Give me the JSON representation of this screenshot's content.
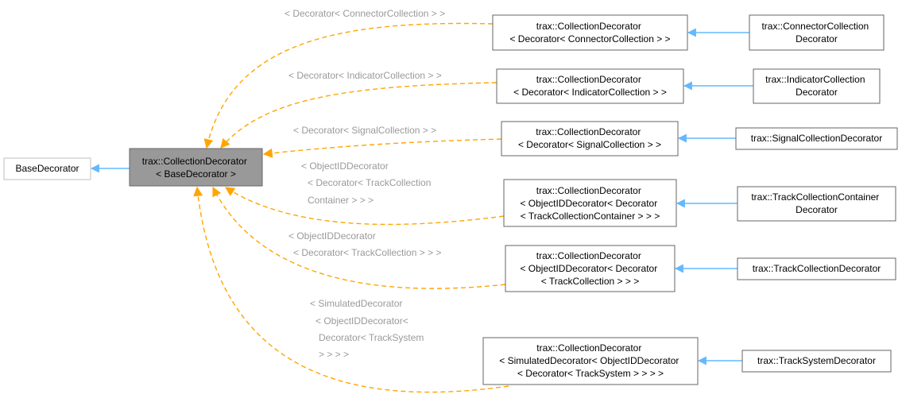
{
  "colors": {
    "inheritance_edge": "#63b8ff",
    "template_edge": "#ffa500",
    "node_border": "#666666",
    "base_node_border": "#bfbfbf",
    "focus_fill": "#999999",
    "edge_label": "#9a9a9a"
  },
  "nodes": {
    "base_decorator": {
      "lines": [
        "BaseDecorator"
      ]
    },
    "focus": {
      "lines": [
        "trax::CollectionDecorator",
        "< BaseDecorator >"
      ]
    },
    "cd_connector": {
      "lines": [
        "trax::CollectionDecorator",
        "< Decorator< ConnectorCollection > >"
      ]
    },
    "cd_indicator": {
      "lines": [
        "trax::CollectionDecorator",
        "< Decorator< IndicatorCollection > >"
      ]
    },
    "cd_signal": {
      "lines": [
        "trax::CollectionDecorator",
        "< Decorator< SignalCollection > >"
      ]
    },
    "cd_track_container": {
      "lines": [
        "trax::CollectionDecorator",
        "< ObjectIDDecorator< Decorator",
        "< TrackCollectionContainer > > >"
      ]
    },
    "cd_track_collection": {
      "lines": [
        "trax::CollectionDecorator",
        "< ObjectIDDecorator< Decorator",
        "< TrackCollection > > >"
      ]
    },
    "cd_track_system": {
      "lines": [
        "trax::CollectionDecorator",
        "< SimulatedDecorator< ObjectIDDecorator",
        "< Decorator< TrackSystem > > > >"
      ]
    },
    "connector_collection_decorator": {
      "lines": [
        "trax::ConnectorCollection",
        "Decorator"
      ]
    },
    "indicator_collection_decorator": {
      "lines": [
        "trax::IndicatorCollection",
        "Decorator"
      ]
    },
    "signal_collection_decorator": {
      "lines": [
        "trax::SignalCollectionDecorator"
      ]
    },
    "track_collection_container_decorator": {
      "lines": [
        "trax::TrackCollectionContainer",
        "Decorator"
      ]
    },
    "track_collection_decorator": {
      "lines": [
        "trax::TrackCollectionDecorator"
      ]
    },
    "track_system_decorator": {
      "lines": [
        "trax::TrackSystemDecorator"
      ]
    }
  },
  "edge_labels": {
    "connector": [
      "< Decorator< ConnectorCollection > >"
    ],
    "indicator": [
      "< Decorator< IndicatorCollection > >"
    ],
    "signal": [
      "< Decorator< SignalCollection > >"
    ],
    "track_container": [
      "< ObjectIDDecorator",
      "< Decorator< TrackCollection",
      "Container > > >"
    ],
    "track_collection": [
      "< ObjectIDDecorator",
      "< Decorator< TrackCollection > > >"
    ],
    "track_system": [
      "< SimulatedDecorator",
      "< ObjectIDDecorator<",
      "Decorator< TrackSystem",
      "> > > >"
    ]
  }
}
